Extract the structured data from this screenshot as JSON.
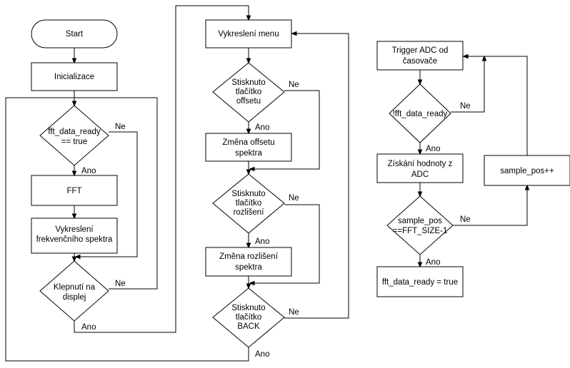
{
  "nodes": {
    "start": "Start",
    "init": "Inicializace",
    "fft_ready_check": [
      "fft_data_ready",
      "== true"
    ],
    "fft": "FFT",
    "draw_spectrum": [
      "Vykreslení",
      "frekvenčního spektra"
    ],
    "touch_check": [
      "Klepnutí na",
      "displej"
    ],
    "draw_menu": "Vykreslení menu",
    "offset_check": [
      "Stisknuto",
      "tlačítko",
      "offsetu"
    ],
    "change_offset": [
      "Změna offsetu",
      "spektra"
    ],
    "resolution_check": [
      "Stisknuto",
      "tlačítko",
      "rozlišení"
    ],
    "change_resolution": [
      "Změna rozlišení",
      "spektra"
    ],
    "back_check": [
      "Stisknuto",
      "tlačítko",
      "BACK"
    ],
    "trigger_adc": [
      "Trigger ADC od",
      "časovače"
    ],
    "ifft_check": "!fft_data_ready",
    "get_adc": [
      "Získání hodnoty z",
      "ADC"
    ],
    "sample_check": [
      "sample_pos",
      "==FFT_SIZE-1"
    ],
    "set_ready": "fft_data_ready = true",
    "increment": "sample_pos++"
  },
  "edge_labels": {
    "ne_fft_ready": "Ne",
    "ano_fft_ready": "Ano",
    "ne_touch": "Ne",
    "ano_touch": "Ano",
    "ne_offset": "Ne",
    "ano_offset": "Ano",
    "ne_resolution": "Ne",
    "ano_resolution": "Ano",
    "ne_back": "Ne",
    "ano_back": "Ano",
    "ne_ifft": "Ne",
    "ano_ifft": "Ano",
    "ne_sample": "Ne",
    "ano_sample": "Ano"
  }
}
